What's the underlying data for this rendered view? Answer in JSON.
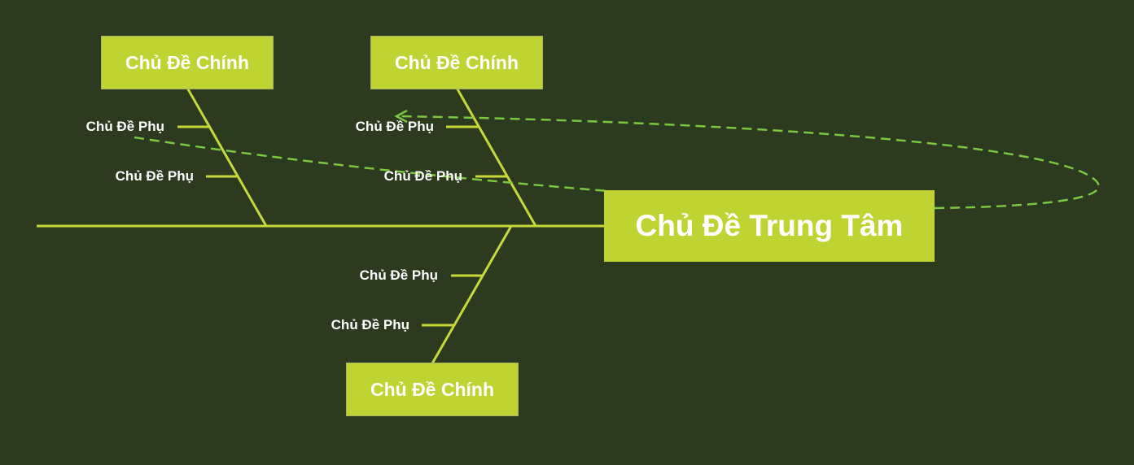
{
  "colors": {
    "background": "#2c3a1f",
    "topic_fill": "#bfd432",
    "branch_line": "#c6d83a",
    "relation_line": "#7bc83e",
    "text": "#ffffff"
  },
  "central_topic": {
    "label": "Chủ Đề Trung Tâm"
  },
  "main_topics": [
    {
      "label": "Chủ Đề Chính",
      "subtopics": [
        "Chủ Đề Phụ",
        "Chủ Đề Phụ"
      ]
    },
    {
      "label": "Chủ Đề Chính",
      "subtopics": [
        "Chủ Đề Phụ",
        "Chủ Đề Phụ"
      ]
    },
    {
      "label": "Chủ Đề Chính",
      "subtopics": [
        "Chủ Đề Phụ",
        "Chủ Đề Phụ"
      ]
    }
  ],
  "relationship": {
    "style": "dashed",
    "arrow": "arrowhead"
  }
}
